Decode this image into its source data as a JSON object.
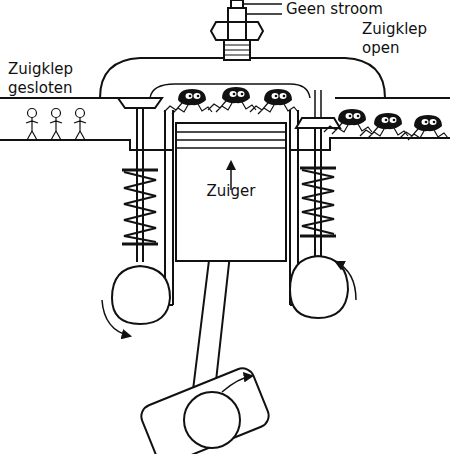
{
  "diagram": {
    "nodes": [
      {
        "text": [
          "Zuiger"
        ]
      }
    ],
    "labels": [
      "Geen stroom",
      "Zuigklep gesloten",
      "Zuigklep open"
    ]
  }
}
